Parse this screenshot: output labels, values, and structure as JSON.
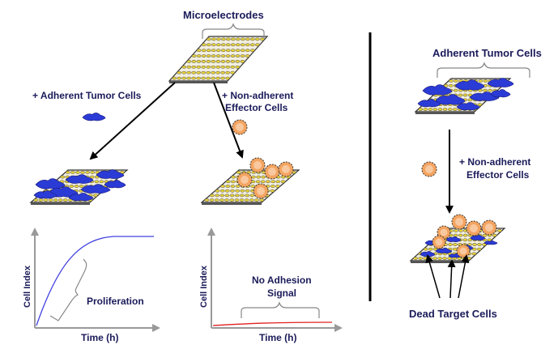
{
  "labels": {
    "microelectrodes": "Microelectrodes",
    "adherent_tumor_cells_left": "+ Adherent Tumor Cells",
    "non_adherent_left_line1": "+ Non-adherent",
    "non_adherent_left_line2": "Effector Cells",
    "adherent_tumor_cells_right": "Adherent Tumor Cells",
    "non_adherent_right_line1": "+ Non-adherent",
    "non_adherent_right_line2": "Effector Cells",
    "dead_target_cells": "Dead Target Cells",
    "proliferation": "Proliferation",
    "no_adhesion_line1": "No Adhesion",
    "no_adhesion_line2": "Signal"
  },
  "plots": {
    "left": {
      "xlabel": "Time (h)",
      "ylabel": "Cell Index"
    },
    "right": {
      "xlabel": "Time (h)",
      "ylabel": "Cell Index"
    }
  },
  "colors": {
    "text": "#1b1b5a",
    "tumor_cell": "#2b3bd6",
    "effector_cell": "#f4a460",
    "electrode": "#e8d23a",
    "plate": "#f2efe0",
    "proliferation_curve": "#4040e0",
    "no_adhesion_curve": "#e02020"
  }
}
